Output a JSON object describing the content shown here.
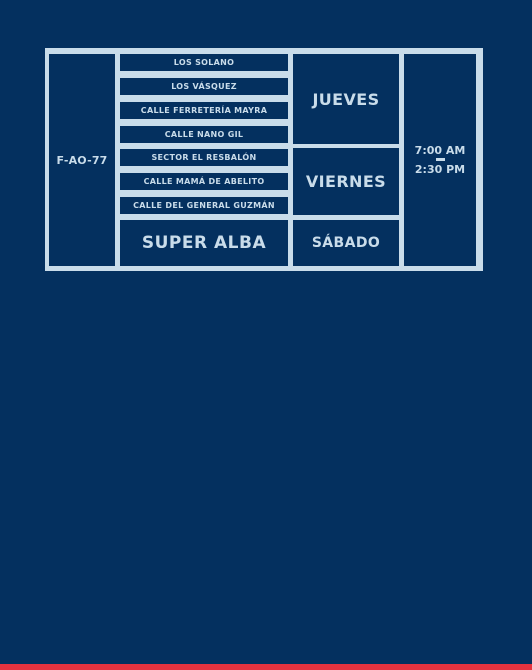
{
  "route": {
    "code": "F-AO-77",
    "streets": [
      "LOS SOLANO",
      "LOS VÁSQUEZ",
      "CALLE FERRETERÍA MAYRA",
      "CALLE NANO GIL",
      "SECTOR EL RESBALÓN",
      "CALLE MAMÁ DE ABELITO",
      "CALLE DEL GENERAL GUZMÁN"
    ],
    "super_store": "SUPER ALBA",
    "days": {
      "thursday": "JUEVES",
      "friday": "VIERNES",
      "saturday": "SÁBADO"
    },
    "time": {
      "start": "7:00 AM",
      "end": "2:30 PM"
    }
  },
  "colors": {
    "background": "#04305f",
    "line": "#c9dcea",
    "accent_bar": "#e6333f"
  }
}
